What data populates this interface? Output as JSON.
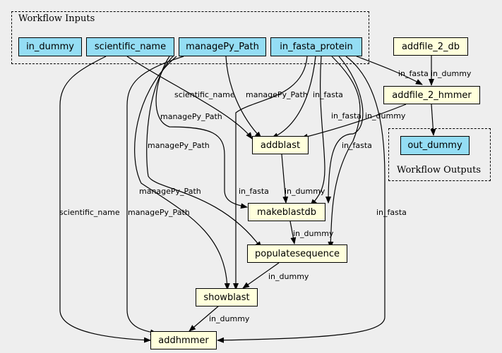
{
  "clusters": {
    "inputs_title": "Workflow Inputs",
    "outputs_title": "Workflow Outputs"
  },
  "nodes": {
    "in_dummy": "in_dummy",
    "scientific_name": "scientific_name",
    "managePy_Path": "managePy_Path",
    "in_fasta_protein": "in_fasta_protein",
    "addfile_2_db": "addfile_2_db",
    "addfile_2_hmmer": "addfile_2_hmmer",
    "out_dummy": "out_dummy",
    "addblast": "addblast",
    "makeblastdb": "makeblastdb",
    "populatesequence": "populatesequence",
    "showblast": "showblast",
    "addhmmer": "addhmmer"
  },
  "edge_labels": {
    "in_fasta": "in_fasta",
    "in_dummy": "in_dummy",
    "scientific_name": "scientific_name",
    "managePy_Path": "managePy_Path"
  },
  "colors": {
    "input_fill": "#94ddf4",
    "step_fill": "#ffffdc",
    "background": "#eeeeee"
  }
}
